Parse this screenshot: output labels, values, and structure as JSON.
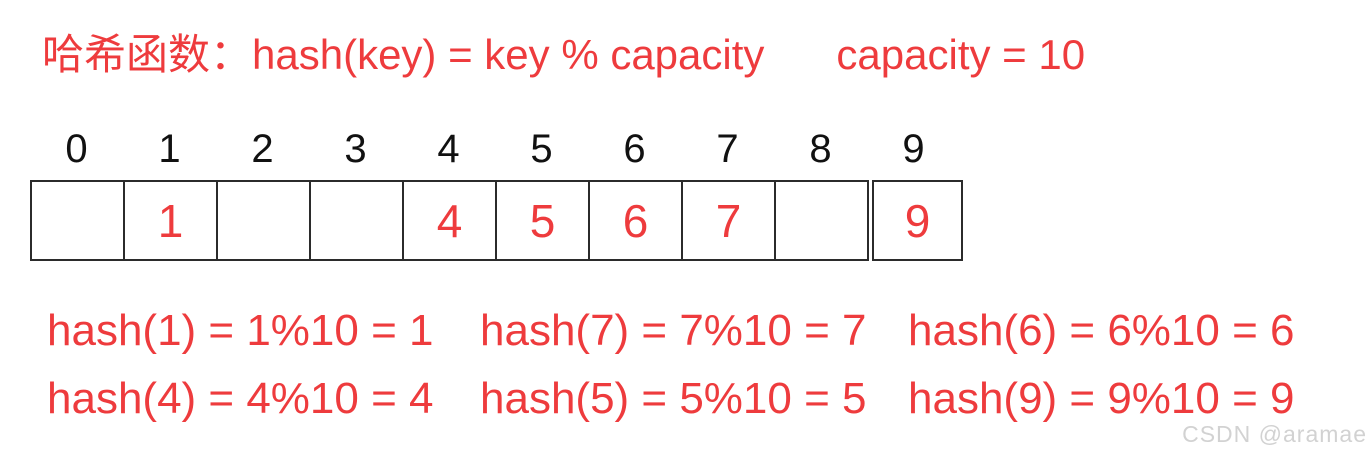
{
  "title": {
    "label_zh": "哈希函数：",
    "formula": "hash(key) = key % capacity",
    "capacity_note": "capacity = 10"
  },
  "hash_table": {
    "indices": [
      "0",
      "1",
      "2",
      "3",
      "4",
      "5",
      "6",
      "7",
      "8",
      "9"
    ],
    "cells": [
      "",
      "1",
      "",
      "",
      "4",
      "5",
      "6",
      "7",
      "",
      "9"
    ]
  },
  "equations": {
    "row1": [
      "hash(1) = 1%10 = 1",
      "hash(7) = 7%10 = 7",
      "hash(6) = 6%10 = 6"
    ],
    "row2": [
      "hash(4) = 4%10 = 4",
      "hash(5) = 5%10 = 5",
      "hash(9) = 9%10 = 9"
    ]
  },
  "watermark": "CSDN @aramae",
  "colors": {
    "accent_red": "#ee3b3d",
    "index_black": "#111111",
    "cell_border": "#2b2b2b",
    "watermark_gray": "#d2d2d2",
    "background": "#ffffff"
  }
}
